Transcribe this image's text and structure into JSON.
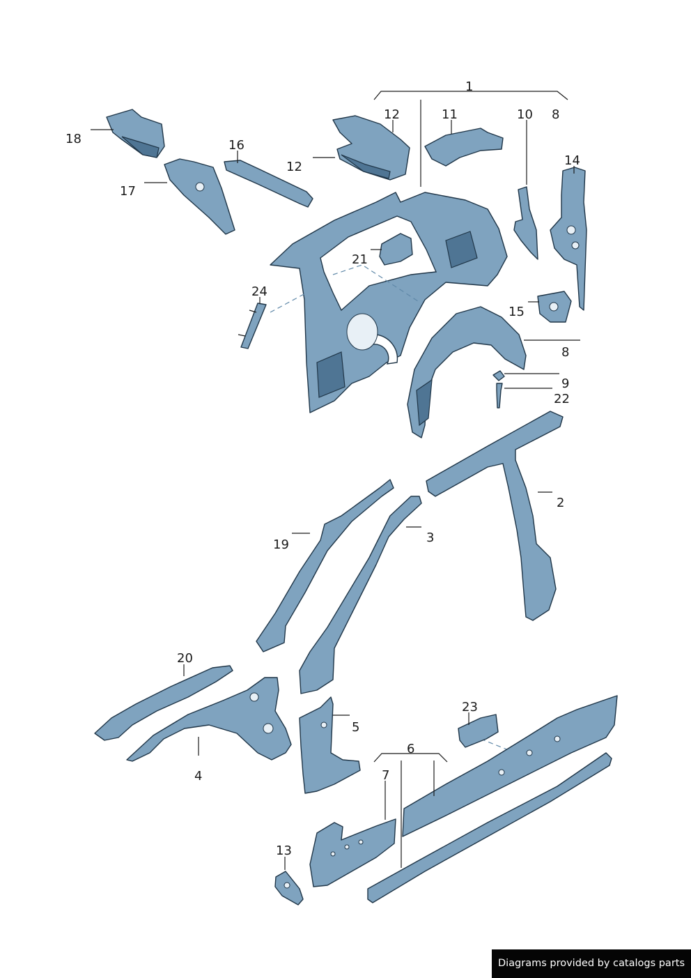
{
  "callouts": {
    "c1": "1",
    "c2": "2",
    "c3": "3",
    "c4": "4",
    "c5": "5",
    "c6": "6",
    "c7": "7",
    "c8a": "8",
    "c8b": "8",
    "c9": "9",
    "c10": "10",
    "c11": "11",
    "c12a": "12",
    "c12b": "12",
    "c13": "13",
    "c14": "14",
    "c15": "15",
    "c16": "16",
    "c17": "17",
    "c18": "18",
    "c19": "19",
    "c20": "20",
    "c21": "21",
    "c22": "22",
    "c23": "23",
    "c24": "24"
  },
  "footer": {
    "text": "Diagrams provided by catalogs parts"
  },
  "colors": {
    "part_fill": "#7fa3bf",
    "part_stroke": "#1f3547",
    "footer_bg": "#050505",
    "footer_text": "#ffffff"
  }
}
